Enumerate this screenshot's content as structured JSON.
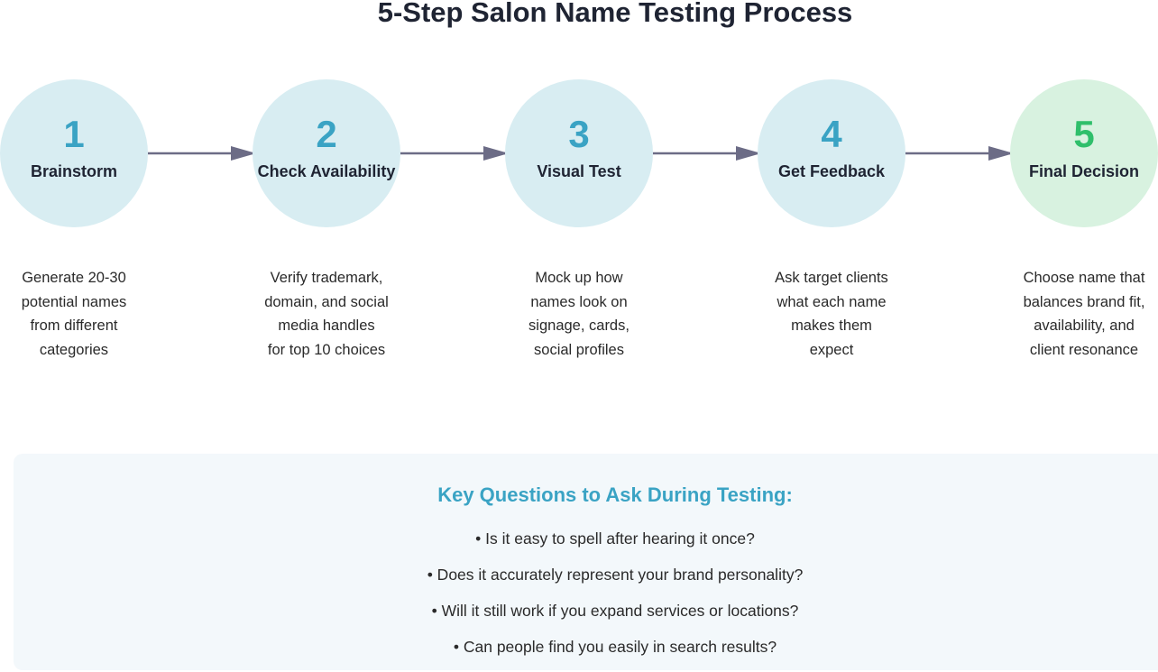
{
  "title": "5-Step Salon Name Testing Process",
  "colors": {
    "step_circle": "#d8edf2",
    "final_circle": "#d8f2e0",
    "step_number": "#3aa3c4",
    "final_number": "#2fbf6b",
    "arrow": "#6c6c86",
    "panel_background": "#f3f8fb",
    "panel_title": "#3aa3c4"
  },
  "steps": [
    {
      "number": "1",
      "label": "Brainstorm",
      "desc": [
        "Generate 20-30",
        "potential names",
        "from different",
        "categories"
      ]
    },
    {
      "number": "2",
      "label": "Check Availability",
      "desc": [
        "Verify trademark,",
        "domain, and social",
        "media handles",
        "for top 10 choices"
      ]
    },
    {
      "number": "3",
      "label": "Visual Test",
      "desc": [
        "Mock up how",
        "names look on",
        "signage, cards,",
        "social profiles"
      ]
    },
    {
      "number": "4",
      "label": "Get Feedback",
      "desc": [
        "Ask target clients",
        "what each name",
        "makes them",
        "expect"
      ]
    },
    {
      "number": "5",
      "label": "Final Decision",
      "desc": [
        "Choose name that",
        "balances brand fit,",
        "availability, and",
        "client resonance"
      ]
    }
  ],
  "key_questions": {
    "title": "Key Questions to Ask During Testing:",
    "items": [
      "• Is it easy to spell after hearing it once?",
      "• Does it accurately represent your brand personality?",
      "• Will it still work if you expand services or locations?",
      "• Can people find you easily in search results?"
    ]
  }
}
